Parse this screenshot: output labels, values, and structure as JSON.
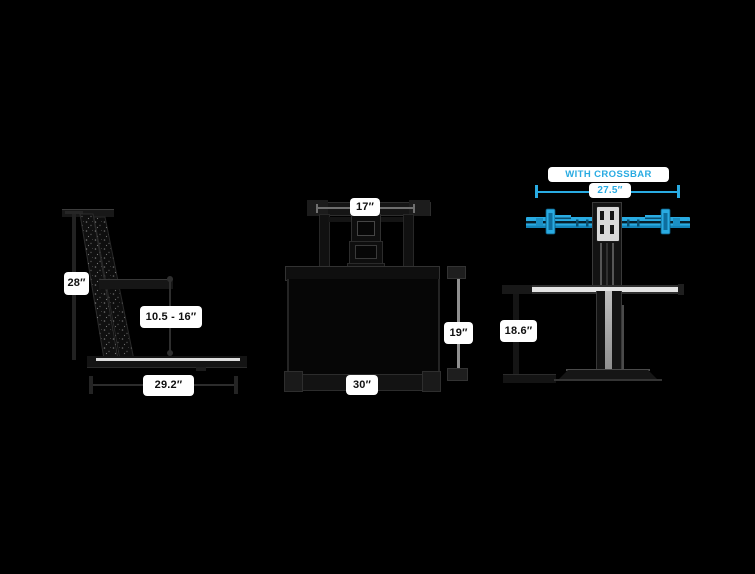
{
  "colors": {
    "background": "#000000",
    "accent_blue": "#29abe2",
    "label_background": "#ffffff",
    "label_text": "#101010"
  },
  "views": {
    "side": {
      "total_height": "28″",
      "keyboard_tray_range": "10.5 - 16″",
      "base_depth": "29.2″"
    },
    "front": {
      "mount_width": "17″",
      "surface_width": "30″",
      "surface_height": "19″"
    },
    "rear": {
      "crossbar_title": "WITH CROSSBAR",
      "crossbar_width": "27.5″",
      "desk_height": "18.6″"
    }
  }
}
